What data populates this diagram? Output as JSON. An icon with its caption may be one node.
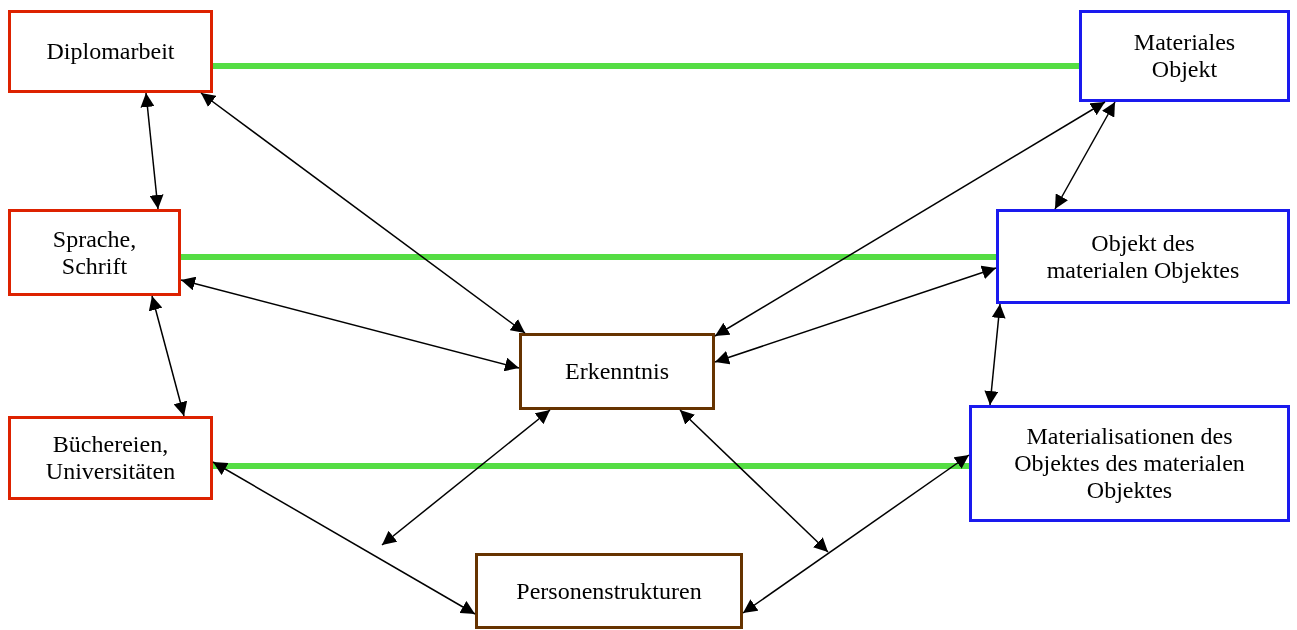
{
  "diagram": {
    "nodes": [
      {
        "text": [
          "Diplomarbeit"
        ]
      },
      {
        "text": [
          "Sprache, Schrift"
        ]
      },
      {
        "text": [
          "Büchereien, Universitäten"
        ]
      },
      {
        "text": [
          "Materiales Objekt"
        ]
      },
      {
        "text": [
          "Objekt des materialen Objektes"
        ]
      },
      {
        "text": [
          "Materialisationen des Objektes des materialen Objektes"
        ]
      },
      {
        "text": [
          "Erkenntnis"
        ]
      },
      {
        "text": [
          "Personenstrukturen"
        ]
      }
    ],
    "edges": [
      {
        "from": 0,
        "to": 3,
        "arrow": "none",
        "style": "thick",
        "color": "#55dd44"
      },
      {
        "from": 1,
        "to": 4,
        "arrow": "none",
        "style": "thick",
        "color": "#55dd44"
      },
      {
        "from": 2,
        "to": 5,
        "arrow": "none",
        "style": "thick",
        "color": "#55dd44"
      },
      {
        "from": 0,
        "to": 1,
        "arrow": "both"
      },
      {
        "from": 1,
        "to": 2,
        "arrow": "both"
      },
      {
        "from": 0,
        "to": 6,
        "arrow": "both"
      },
      {
        "from": 1,
        "to": 6,
        "arrow": "both"
      },
      {
        "from": 3,
        "to": 6,
        "arrow": "both"
      },
      {
        "from": 4,
        "to": 6,
        "arrow": "both"
      },
      {
        "from": 3,
        "to": 4,
        "arrow": "both"
      },
      {
        "from": 4,
        "to": 5,
        "arrow": "both"
      },
      {
        "from": 2,
        "to": 7,
        "arrow": "both"
      },
      {
        "from": 5,
        "to": 7,
        "arrow": "both"
      },
      {
        "from": 6,
        "to": null,
        "arrow": "both"
      },
      {
        "from": 6,
        "to": null,
        "arrow": "both"
      }
    ]
  }
}
